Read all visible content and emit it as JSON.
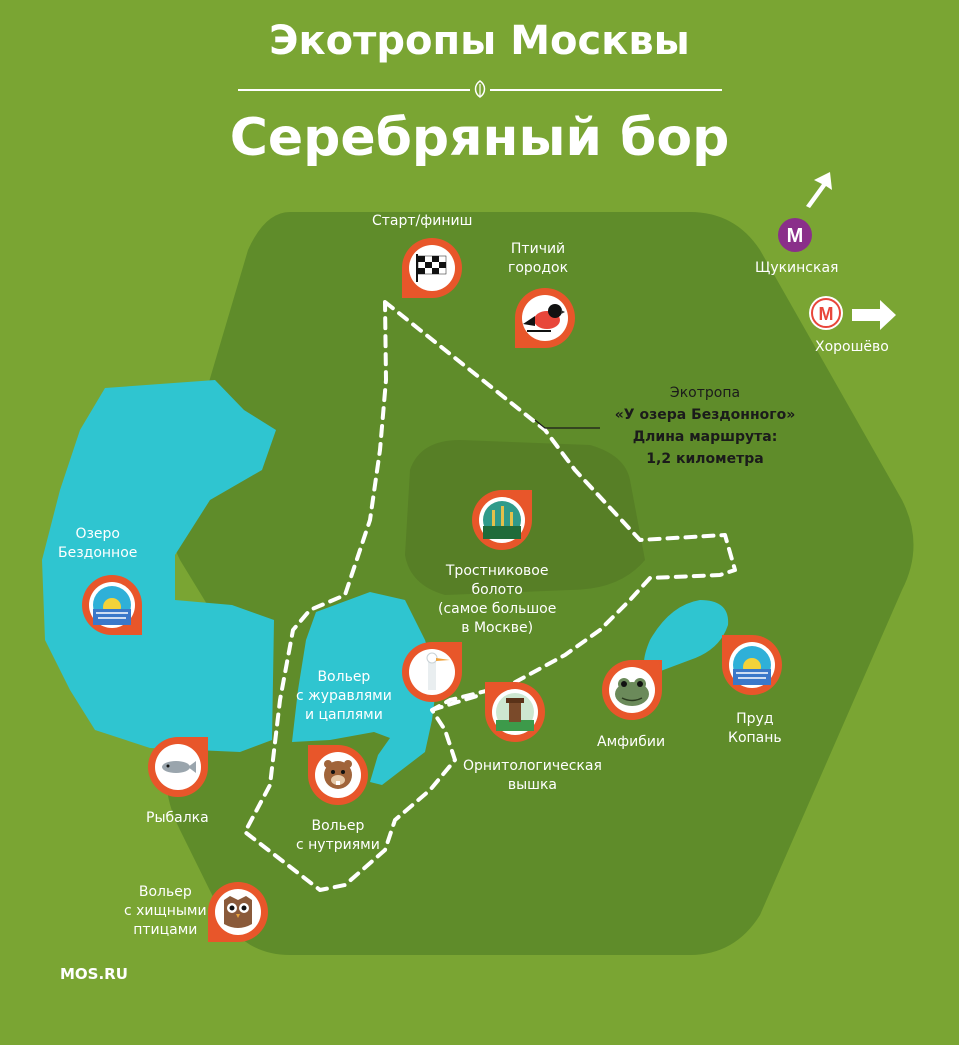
{
  "header": {
    "title": "Экотропы Москвы",
    "subtitle": "Серебряный бор"
  },
  "route": {
    "name_line1": "Экотропа",
    "name_line2": "«У озера Бездонного»",
    "length_label": "Длина маршрута:",
    "length_value": "1,2 километра"
  },
  "metro": {
    "station1": "Щукинская",
    "station2": "Хорошёво",
    "station1_color": "#8a2f8a",
    "station2_color": "#e8463a"
  },
  "points": {
    "start": "Старт/финиш",
    "bird_town": [
      "Птичий",
      "городок"
    ],
    "lake": [
      "Озеро",
      "Бездонное"
    ],
    "reed_swamp": [
      "Тростниковое",
      "болото",
      "(самое большое",
      "в Москве)"
    ],
    "crane_aviary": [
      "Вольер",
      "с журавлями",
      "и цаплями"
    ],
    "amphibians": "Амфибии",
    "pond": [
      "Пруд",
      "Копань"
    ],
    "tower": [
      "Орнитологическая",
      "вышка"
    ],
    "fishing": "Рыбалка",
    "nutria_aviary": [
      "Вольер",
      "с нутриями"
    ],
    "raptor_aviary": [
      "Вольер",
      "с хищными",
      "птицами"
    ]
  },
  "footer": {
    "brand": "MOS.RU"
  },
  "colors": {
    "background": "#7aa533",
    "park": "#5f8c2a",
    "water": "#2fc5d0",
    "marker": "#e8562a",
    "route": "#ffffff"
  }
}
